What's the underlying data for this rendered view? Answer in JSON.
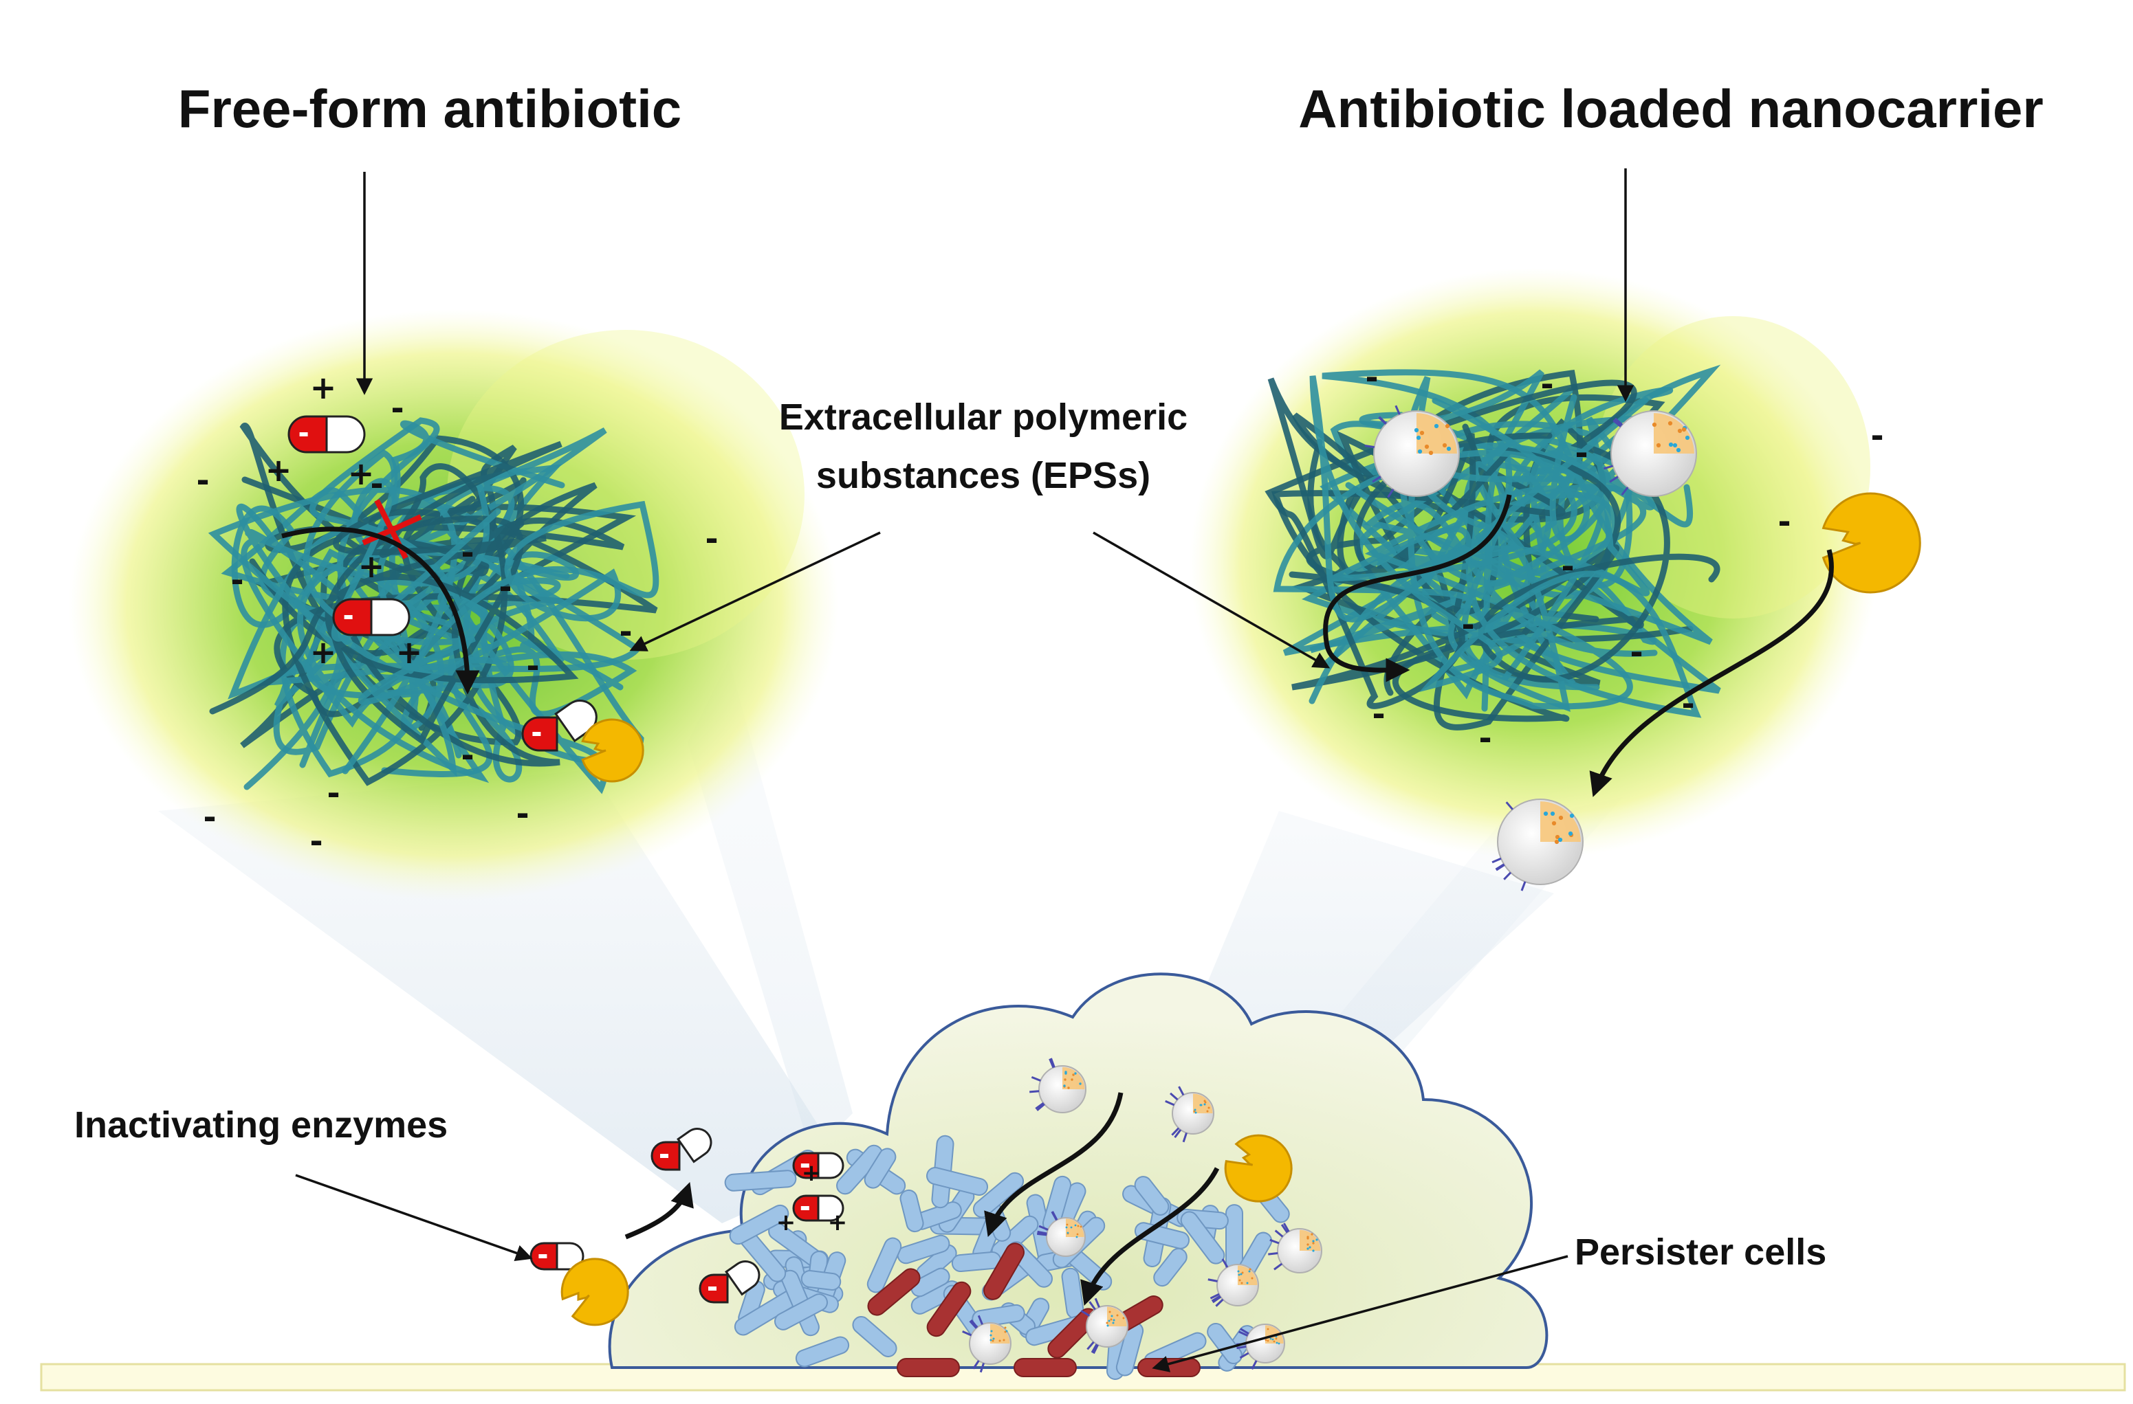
{
  "titles": {
    "free_form": "Free-form antibiotic",
    "nanocarrier": "Antibiotic loaded nanocarrier"
  },
  "labels": {
    "eps_line1": "Extracellular polymeric",
    "eps_line2": "substances (EPSs)",
    "enzymes": "Inactivating enzymes",
    "persister": "Persister cells"
  },
  "charges": {
    "positive": "+",
    "negative": "-"
  },
  "colors": {
    "eps_strand": "#2e8fa0",
    "eps_strand_dark": "#1f5f70",
    "glow_yellow": "#eef58a",
    "glow_green": "#7fd22a",
    "capsule_red": "#e01010",
    "enzyme": "#f4b800",
    "rod_blue": "#9ec3e6",
    "persister": "#a83232",
    "biofilm_fill": "#eef3d8",
    "biofilm_edge": "#3a5a9a",
    "bottom_band": "#fdfbe0"
  }
}
